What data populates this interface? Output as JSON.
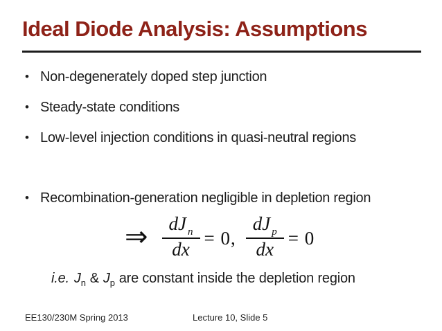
{
  "slide": {
    "title": "Ideal Diode Analysis: Assumptions",
    "bullet_char": "•",
    "bullets": [
      "Non-degenerately doped step junction",
      "Steady-state conditions",
      "Low-level injection conditions in quasi-neutral regions",
      "Recombination-generation negligible in depletion region"
    ],
    "math": {
      "implies": "⇒",
      "frac1": {
        "num_main": "dJ",
        "num_sub": "n",
        "den": "dx"
      },
      "eq1": "= 0,",
      "frac2": {
        "num_main": "dJ",
        "num_sub": "p",
        "den": "dx"
      },
      "eq2": "= 0"
    },
    "note": {
      "prefix": "i.e.",
      "j1": "J",
      "sub1": "n",
      "amp": "&",
      "j2": "J",
      "sub2": "p",
      "rest": "are constant inside the depletion region"
    },
    "footer": {
      "left": "EE130/230M Spring 2013",
      "center": "Lecture 10, Slide 5"
    }
  },
  "colors": {
    "title": "#8e2218",
    "underline": "#1c1c1c",
    "body_text": "#1c1c1c",
    "background": "#ffffff"
  }
}
